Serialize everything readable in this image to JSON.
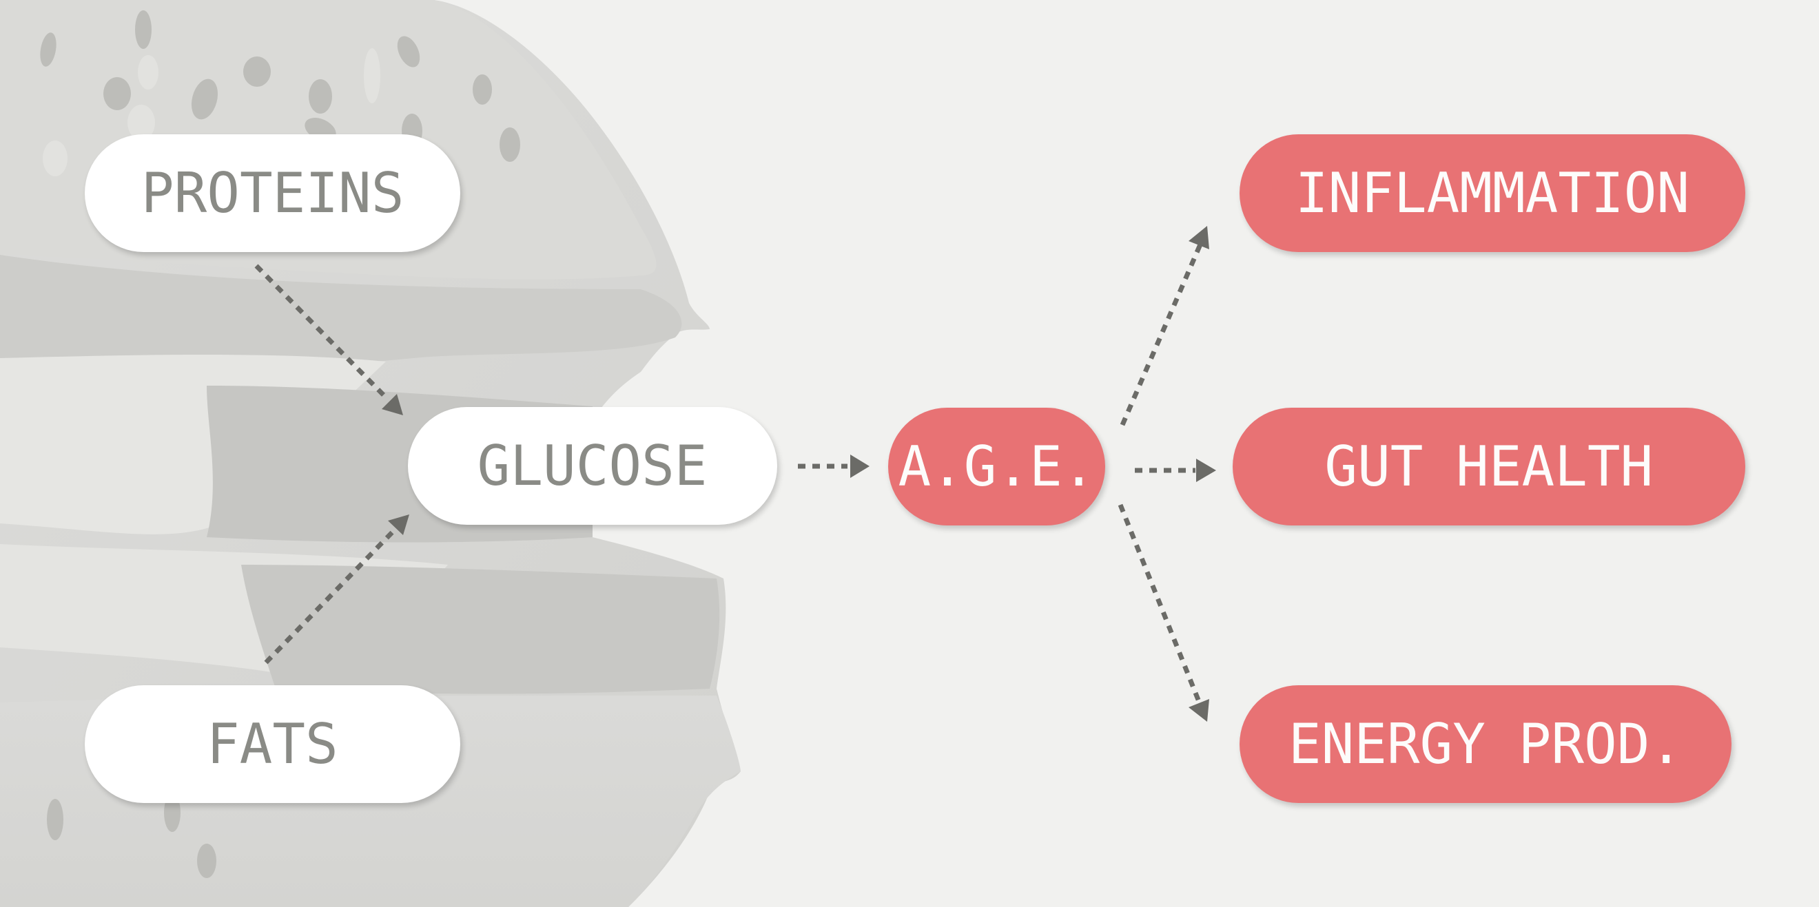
{
  "colors": {
    "background": "#f1f1ef",
    "input_pill": "#ffffff",
    "input_text": "#8a8b86",
    "output_pill": "#e87274",
    "output_text": "#fdfcfb",
    "arrow": "#6b6b67",
    "burger_image_tint": "#d6d6d3"
  },
  "background_image": {
    "icon": "burger-photo-grayscale"
  },
  "inputs": {
    "proteins": {
      "label": "PROTEINS"
    },
    "fats": {
      "label": "FATS"
    },
    "glucose": {
      "label": "GLUCOSE"
    }
  },
  "center": {
    "age": {
      "label": "A.G.E."
    }
  },
  "outputs": {
    "inflammation": {
      "label": "INFLAMMATION"
    },
    "gut_health": {
      "label": "GUT HEALTH"
    },
    "energy_prod": {
      "label": "ENERGY PROD."
    }
  },
  "connections": [
    {
      "from": "PROTEINS",
      "to": "GLUCOSE",
      "style": "dotted-arrow"
    },
    {
      "from": "FATS",
      "to": "GLUCOSE",
      "style": "dotted-arrow"
    },
    {
      "from": "GLUCOSE",
      "to": "A.G.E.",
      "style": "dotted-arrow"
    },
    {
      "from": "A.G.E.",
      "to": "INFLAMMATION",
      "style": "dotted-arrow"
    },
    {
      "from": "A.G.E.",
      "to": "GUT HEALTH",
      "style": "dotted-arrow"
    },
    {
      "from": "A.G.E.",
      "to": "ENERGY PROD.",
      "style": "dotted-arrow"
    }
  ]
}
